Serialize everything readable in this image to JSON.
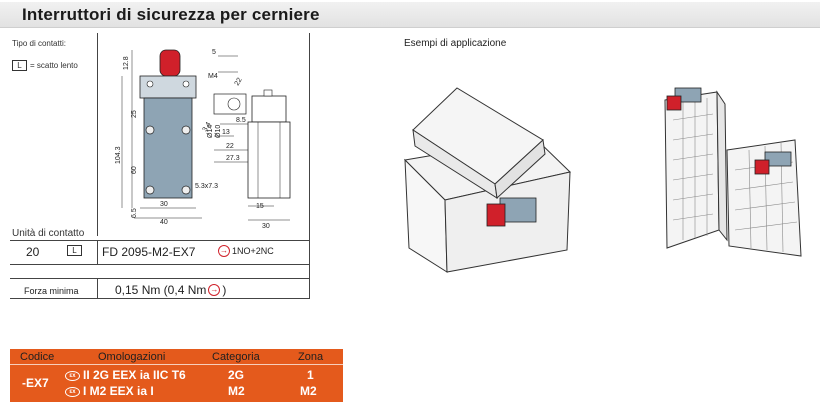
{
  "title": "Interruttori di sicurezza per cerniere",
  "left": {
    "tipo_label": "Tipo di contatti:",
    "legend_code": "L",
    "legend_text": "= scatto lento",
    "unita_label": "Unità di contatto",
    "row": {
      "qty": "20",
      "type": "L",
      "code": "FD 2095-M2-EX7",
      "contacts": "1NO+2NC"
    },
    "forza_label": "Forza minima",
    "forza_value": "0,15 Nm (0,4 Nm",
    "forza_close": ")"
  },
  "drawing_dims": {
    "d128": "12.8",
    "d25": "25",
    "d1043": "104.3",
    "d60": "60",
    "d65": "6.5",
    "d5": "5",
    "dM4": "M4",
    "d22a": "22",
    "d34": "3.4",
    "d14": "Ø14",
    "d10": "Ø10",
    "d85": "8.5",
    "d13": "13",
    "d22": "22",
    "d273": "27.3",
    "d30r": "30",
    "d53": "5.3x7.3",
    "d30b": "30",
    "d40": "40",
    "d15": "15",
    "d30c": "30"
  },
  "esempi_label": "Esempi di applicazione",
  "table": {
    "headers": [
      "Codice",
      "Omologazioni",
      "Categoria",
      "Zona"
    ],
    "code": "-EX7",
    "ex_icon": "εx",
    "rows": [
      {
        "omologazione": "II 2G EEX ia IIC T6",
        "categoria": "2G",
        "zona": "1"
      },
      {
        "omologazione": "I M2 EEX ia I",
        "categoria": "M2",
        "zona": "M2"
      }
    ]
  },
  "colors": {
    "accent": "#e45a1c",
    "red": "#d0202a",
    "gray_blue": "#8ea4b4"
  }
}
